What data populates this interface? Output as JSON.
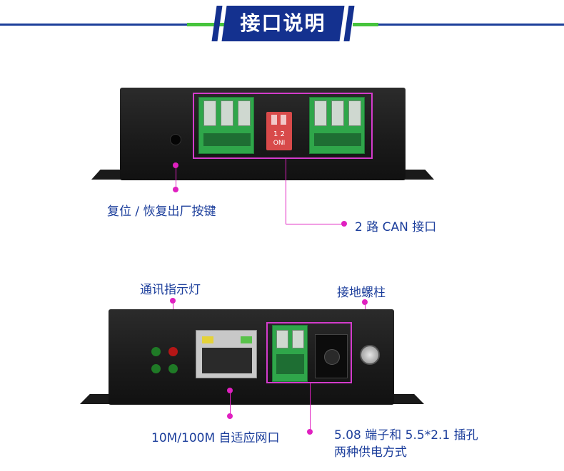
{
  "header": {
    "title": "接口说明"
  },
  "top_device": {
    "reset_label": "复位 / 恢复出厂按键",
    "can_label": "2 路 CAN 接口",
    "dip_numbers": "1 2",
    "dip_on": "ONI"
  },
  "bottom_device": {
    "led_label": "通讯指示灯",
    "ground_label": "接地螺柱",
    "ethernet_label": "10M/100M 自适应网口",
    "power_label_line1": "5.08 端子和 5.5*2.1 插孔",
    "power_label_line2": "两种供电方式"
  },
  "colors": {
    "accent_blue": "#14318f",
    "text_blue": "#1d3f9c",
    "callout_magenta": "#e020c0",
    "terminal_green": "#2fa64a"
  }
}
